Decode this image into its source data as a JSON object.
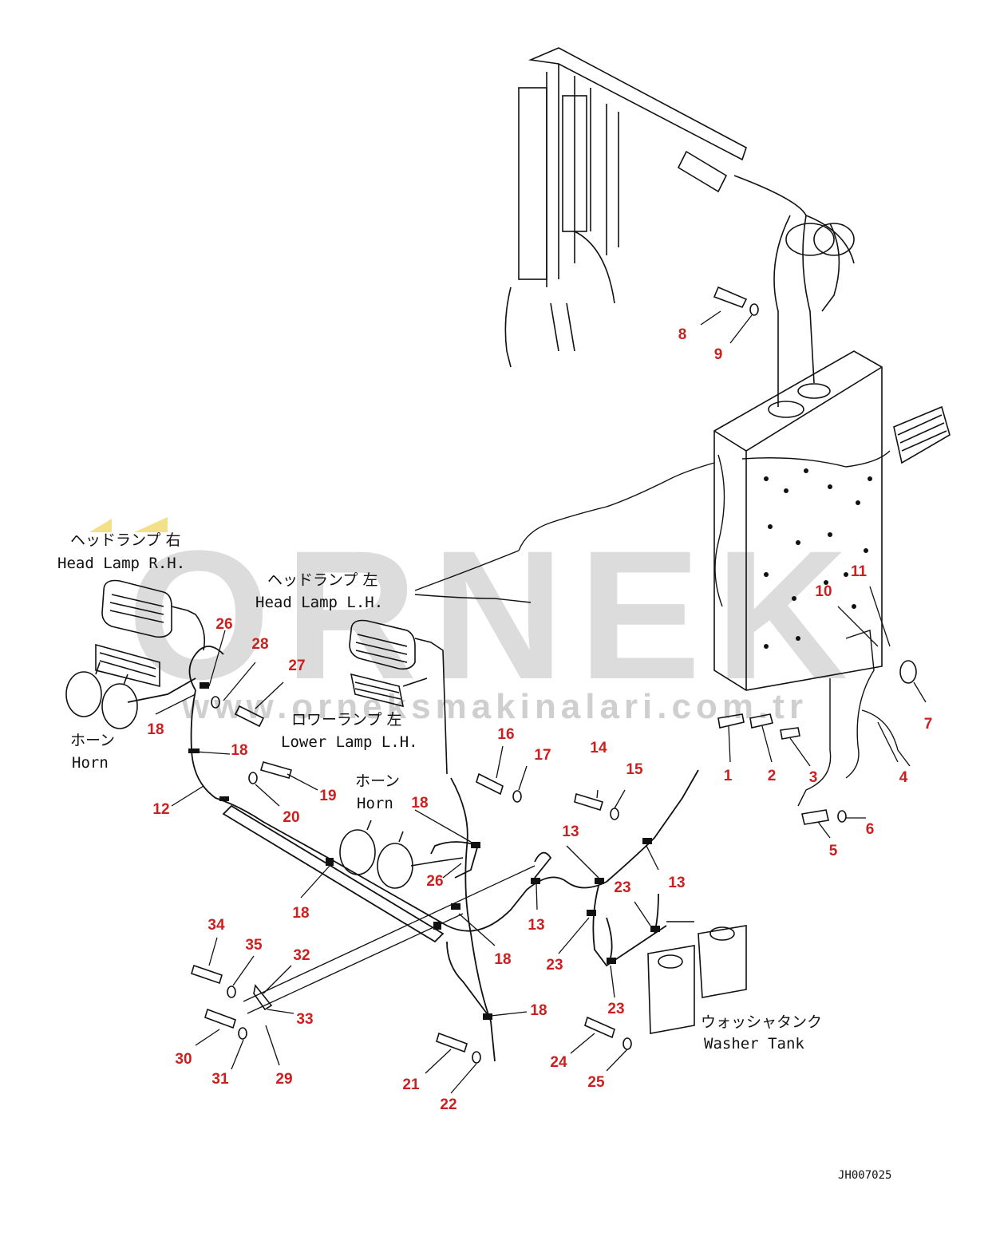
{
  "watermark": {
    "brand": "ORNEK",
    "url": "www.orneksmakinalari.com.tr",
    "color": "#d9d9d9"
  },
  "colors": {
    "callout": "#cc1f1f",
    "line": "#111111"
  },
  "labels": {
    "head_lamp_rh_jp": "ヘッドランプ 右",
    "head_lamp_rh_en": "Head Lamp R.H.",
    "head_lamp_lh_jp": "ヘッドランプ 左",
    "head_lamp_lh_en": "Head Lamp L.H.",
    "lower_lamp_lh_jp": "ロワーランプ 左",
    "lower_lamp_lh_en": "Lower Lamp L.H.",
    "horn_left_jp": "ホーン",
    "horn_left_en": "Horn",
    "horn_mid_jp": "ホーン",
    "horn_mid_en": "Horn",
    "washer_tank_jp": "ウォッシャタンク",
    "washer_tank_en": "Washer Tank"
  },
  "drawing_code": "JH007025",
  "callouts": [
    "1",
    "2",
    "3",
    "4",
    "5",
    "6",
    "7",
    "8",
    "9",
    "10",
    "11",
    "12",
    "13",
    "13",
    "13",
    "13",
    "14",
    "15",
    "16",
    "17",
    "18",
    "18",
    "18",
    "18",
    "18",
    "18",
    "18",
    "19",
    "20",
    "21",
    "22",
    "23",
    "23",
    "23",
    "23",
    "24",
    "25",
    "26",
    "26",
    "27",
    "28",
    "29",
    "30",
    "31",
    "32",
    "33",
    "34",
    "35"
  ]
}
